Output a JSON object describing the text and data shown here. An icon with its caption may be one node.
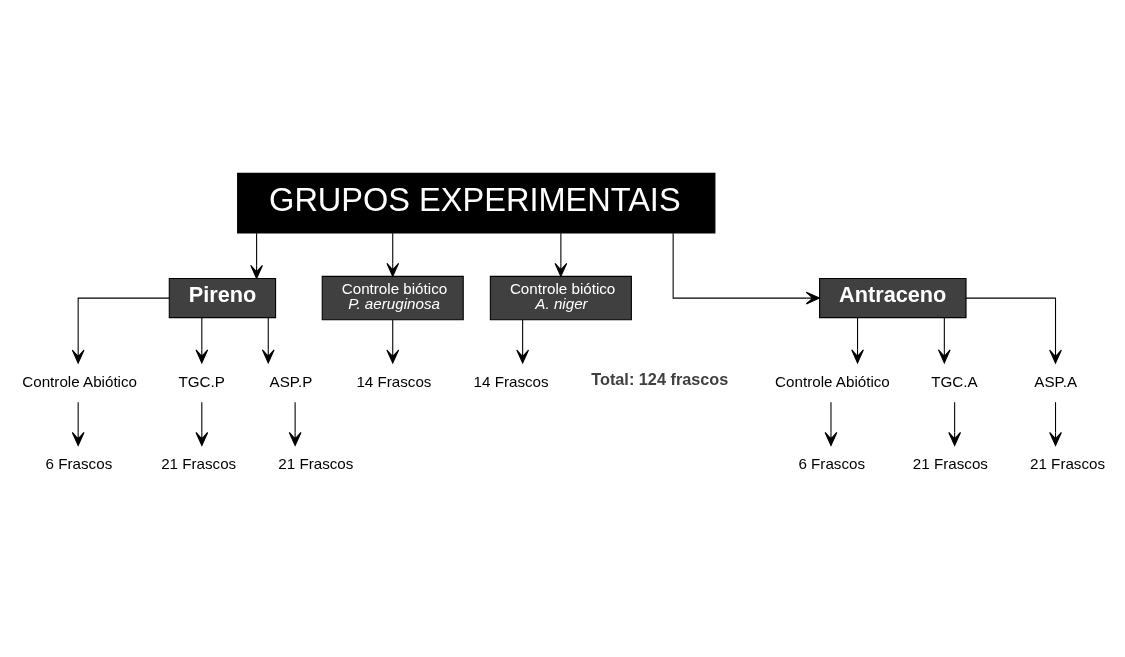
{
  "diagram": {
    "nodes": [
      {
        "text": [
          "GRUPOS EXPERIMENTAIS"
        ]
      },
      {
        "text": [
          "Pireno"
        ]
      },
      {
        "text": [
          "Controle biótico",
          "P. aeruginosa"
        ]
      },
      {
        "text": [
          "Controle biótico",
          "A. niger"
        ]
      },
      {
        "text": [
          "Antraceno"
        ]
      },
      {
        "text": [
          "Controle Abiótico"
        ]
      },
      {
        "text": [
          "TGC.P"
        ]
      },
      {
        "text": [
          "ASP.P"
        ]
      },
      {
        "text": [
          "14 Frascos"
        ]
      },
      {
        "text": [
          "14 Frascos"
        ]
      },
      {
        "text": [
          "Controle Abiótico"
        ]
      },
      {
        "text": [
          "TGC.A"
        ]
      },
      {
        "text": [
          "ASP.A"
        ]
      },
      {
        "text": [
          "6 Frascos"
        ]
      },
      {
        "text": [
          "21 Frascos"
        ]
      },
      {
        "text": [
          "21 Frascos"
        ]
      },
      {
        "text": [
          "6 Frascos"
        ]
      },
      {
        "text": [
          "21 Frascos"
        ]
      },
      {
        "text": [
          "21 Frascos"
        ]
      }
    ],
    "edges": [
      {
        "from": 0,
        "to": 1,
        "arrow": "to"
      },
      {
        "from": 0,
        "to": 2,
        "arrow": "to"
      },
      {
        "from": 0,
        "to": 3,
        "arrow": "to"
      },
      {
        "from": 0,
        "to": 4,
        "arrow": "to"
      },
      {
        "from": 1,
        "to": 5,
        "arrow": "to"
      },
      {
        "from": 1,
        "to": 6,
        "arrow": "to"
      },
      {
        "from": 1,
        "to": 7,
        "arrow": "to"
      },
      {
        "from": 2,
        "to": 8,
        "arrow": "to"
      },
      {
        "from": 3,
        "to": 9,
        "arrow": "to"
      },
      {
        "from": 4,
        "to": 10,
        "arrow": "to"
      },
      {
        "from": 4,
        "to": 11,
        "arrow": "to"
      },
      {
        "from": 4,
        "to": 12,
        "arrow": "to"
      },
      {
        "from": 5,
        "to": 13,
        "arrow": "to"
      },
      {
        "from": 6,
        "to": 14,
        "arrow": "to"
      },
      {
        "from": 7,
        "to": 15,
        "arrow": "to"
      },
      {
        "from": 10,
        "to": 16,
        "arrow": "to"
      },
      {
        "from": 11,
        "to": 17,
        "arrow": "to"
      },
      {
        "from": 12,
        "to": 18,
        "arrow": "to"
      }
    ],
    "labels": [
      "Total: 124 frascos"
    ]
  }
}
